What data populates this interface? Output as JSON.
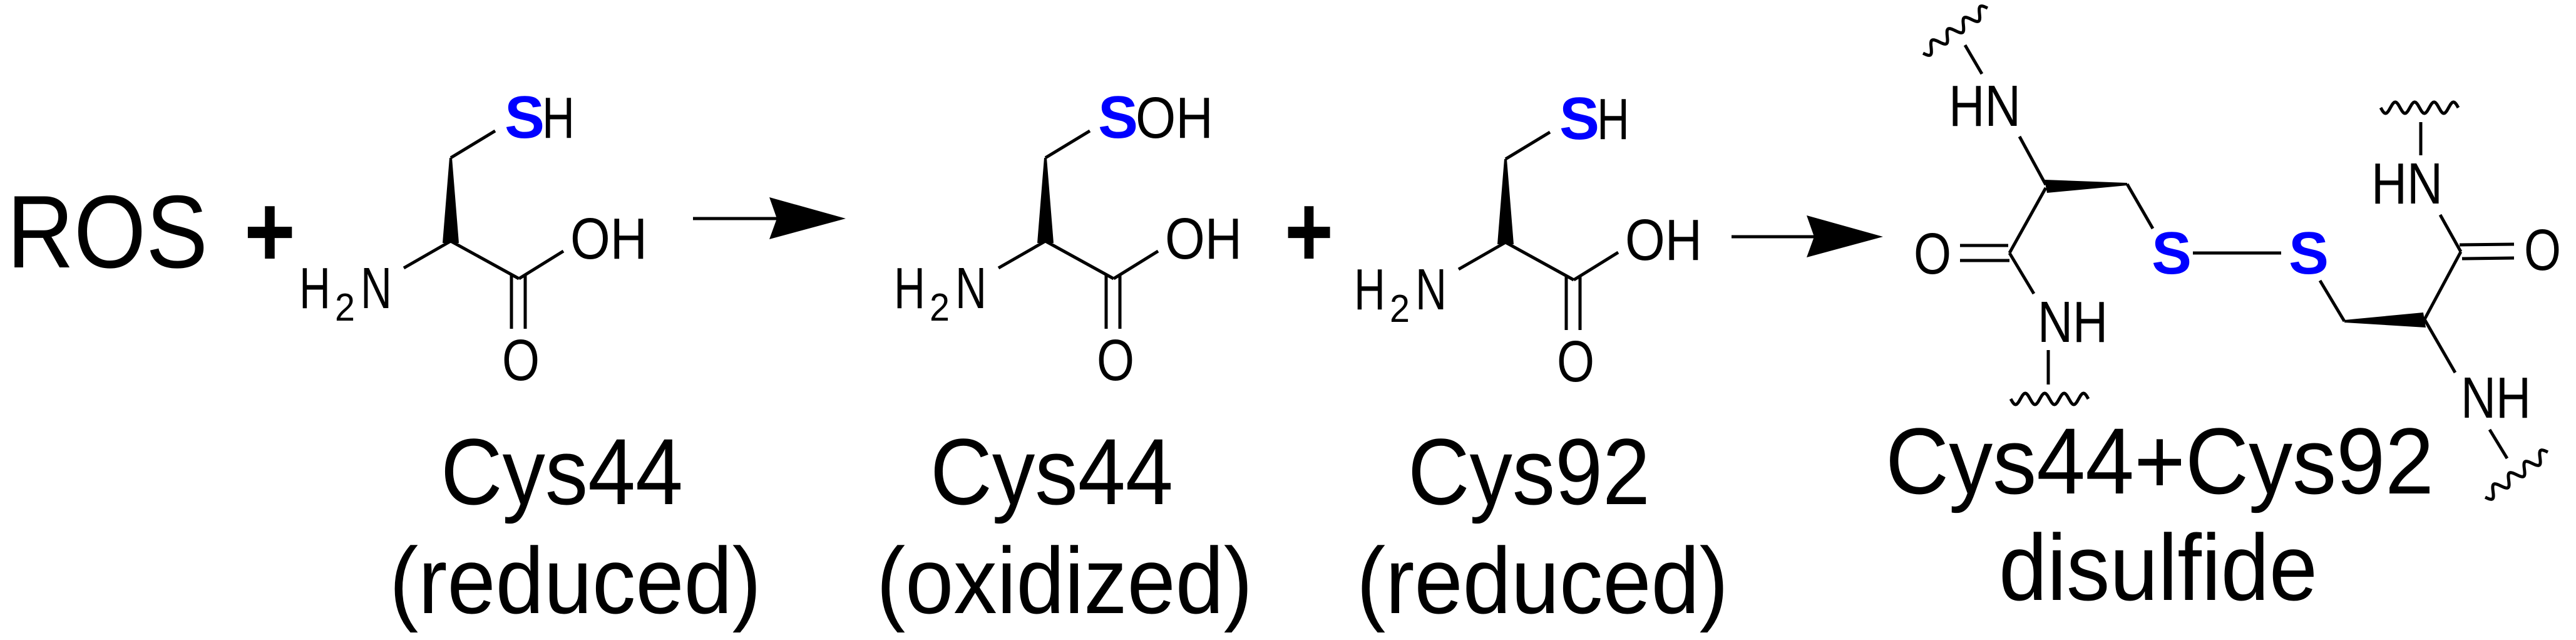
{
  "reactant": {
    "text": "ROS",
    "plus": "+"
  },
  "colors": {
    "sulfur": "#0000ff",
    "ink": "#000000"
  },
  "molecules": [
    {
      "S": "S",
      "S_suffix": "H",
      "OH": "OH",
      "O": "O",
      "amine_H": "H",
      "amine_sub": "2",
      "amine_N": "N",
      "name": "Cys44",
      "state": "(reduced)"
    },
    {
      "S": "S",
      "S_suffix": "OH",
      "OH": "OH",
      "O": "O",
      "amine_H": "H",
      "amine_sub": "2",
      "amine_N": "N",
      "name": "Cys44",
      "state": "(oxidized)"
    },
    {
      "S": "S",
      "S_suffix": "H",
      "OH": "OH",
      "O": "O",
      "amine_H": "H",
      "amine_sub": "2",
      "amine_N": "N",
      "name": "Cys92",
      "state": "(reduced)"
    }
  ],
  "plus2": "+",
  "product": {
    "left": {
      "HN": "HN",
      "O": "O",
      "NH": "NH",
      "S": "S"
    },
    "right": {
      "HN": "HN",
      "O": "O",
      "NH": "NH",
      "S": "S"
    },
    "name": "Cys44+Cys92",
    "state": "disulfide"
  }
}
